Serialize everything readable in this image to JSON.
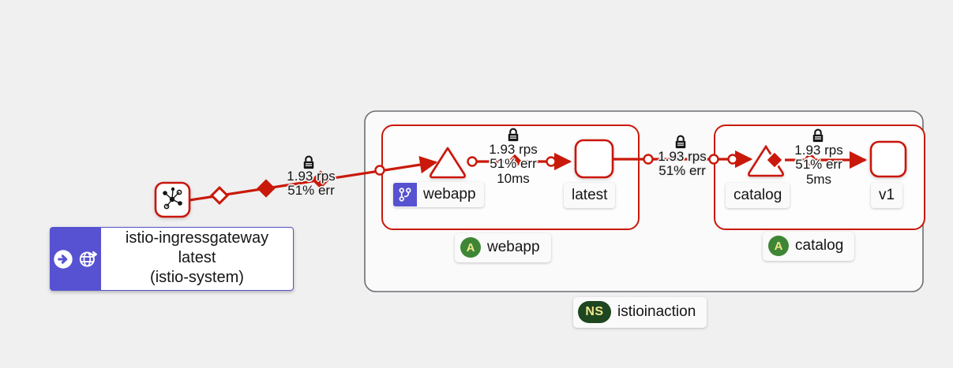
{
  "canvas": {
    "background_color": "#f0f0f0",
    "type": "service-mesh-topology-graph"
  },
  "colors": {
    "error_red": "#c9190b",
    "edge_red": "#c9190b",
    "namespace_border": "#6a6e73",
    "app_group_border": "#c9190b",
    "gateway_purple": "#5752d1",
    "badge_green": "#3e8635",
    "namespace_badge_green": "#1e4620",
    "badge_text": "#f0e68c",
    "node_fill": "#ffffff",
    "label_bg": "#fafafa"
  },
  "external_node": {
    "workload_icon": "mesh-topology-icon",
    "box": {
      "name": "istio-ingressgateway",
      "version": "latest",
      "namespace": "(istio-system)",
      "icons": [
        "ingress-arrow-icon",
        "gateway-globe-icon"
      ]
    }
  },
  "namespace_group": {
    "badge_prefix": "NS",
    "label": "istioinaction"
  },
  "app_groups": [
    {
      "id": "webapp",
      "badge_prefix": "A",
      "label": "webapp",
      "service_node": {
        "shape": "triangle",
        "label": "webapp",
        "has_virtual_service_badge": true,
        "virtual_service_icon": "code-branch-icon"
      },
      "workload_node": {
        "shape": "rounded-square",
        "label": "latest"
      }
    },
    {
      "id": "catalog",
      "badge_prefix": "A",
      "label": "catalog",
      "service_node": {
        "shape": "triangle",
        "label": "catalog",
        "has_virtual_service_badge": false,
        "virtual_service_icon": ""
      },
      "workload_node": {
        "shape": "rounded-square",
        "label": "v1"
      }
    }
  ],
  "edges": [
    {
      "id": "gateway-to-webapp-service",
      "from": "istio-ingressgateway",
      "to": "webapp-service",
      "mtls": true,
      "mtls_icon": "lock-icon",
      "rps": "1.93 rps",
      "err": "51% err",
      "rt": ""
    },
    {
      "id": "webapp-service-to-latest",
      "from": "webapp-service",
      "to": "latest",
      "mtls": true,
      "mtls_icon": "lock-icon",
      "rps": "1.93 rps",
      "err": "51% err",
      "rt": "10ms"
    },
    {
      "id": "latest-to-catalog-service",
      "from": "latest",
      "to": "catalog-service",
      "mtls": true,
      "mtls_icon": "lock-icon",
      "rps": "1.93 rps",
      "err": "51% err",
      "rt": ""
    },
    {
      "id": "catalog-service-to-v1",
      "from": "catalog-service",
      "to": "v1",
      "mtls": true,
      "mtls_icon": "lock-icon",
      "rps": "1.93 rps",
      "err": "51% err",
      "rt": "5ms"
    }
  ]
}
